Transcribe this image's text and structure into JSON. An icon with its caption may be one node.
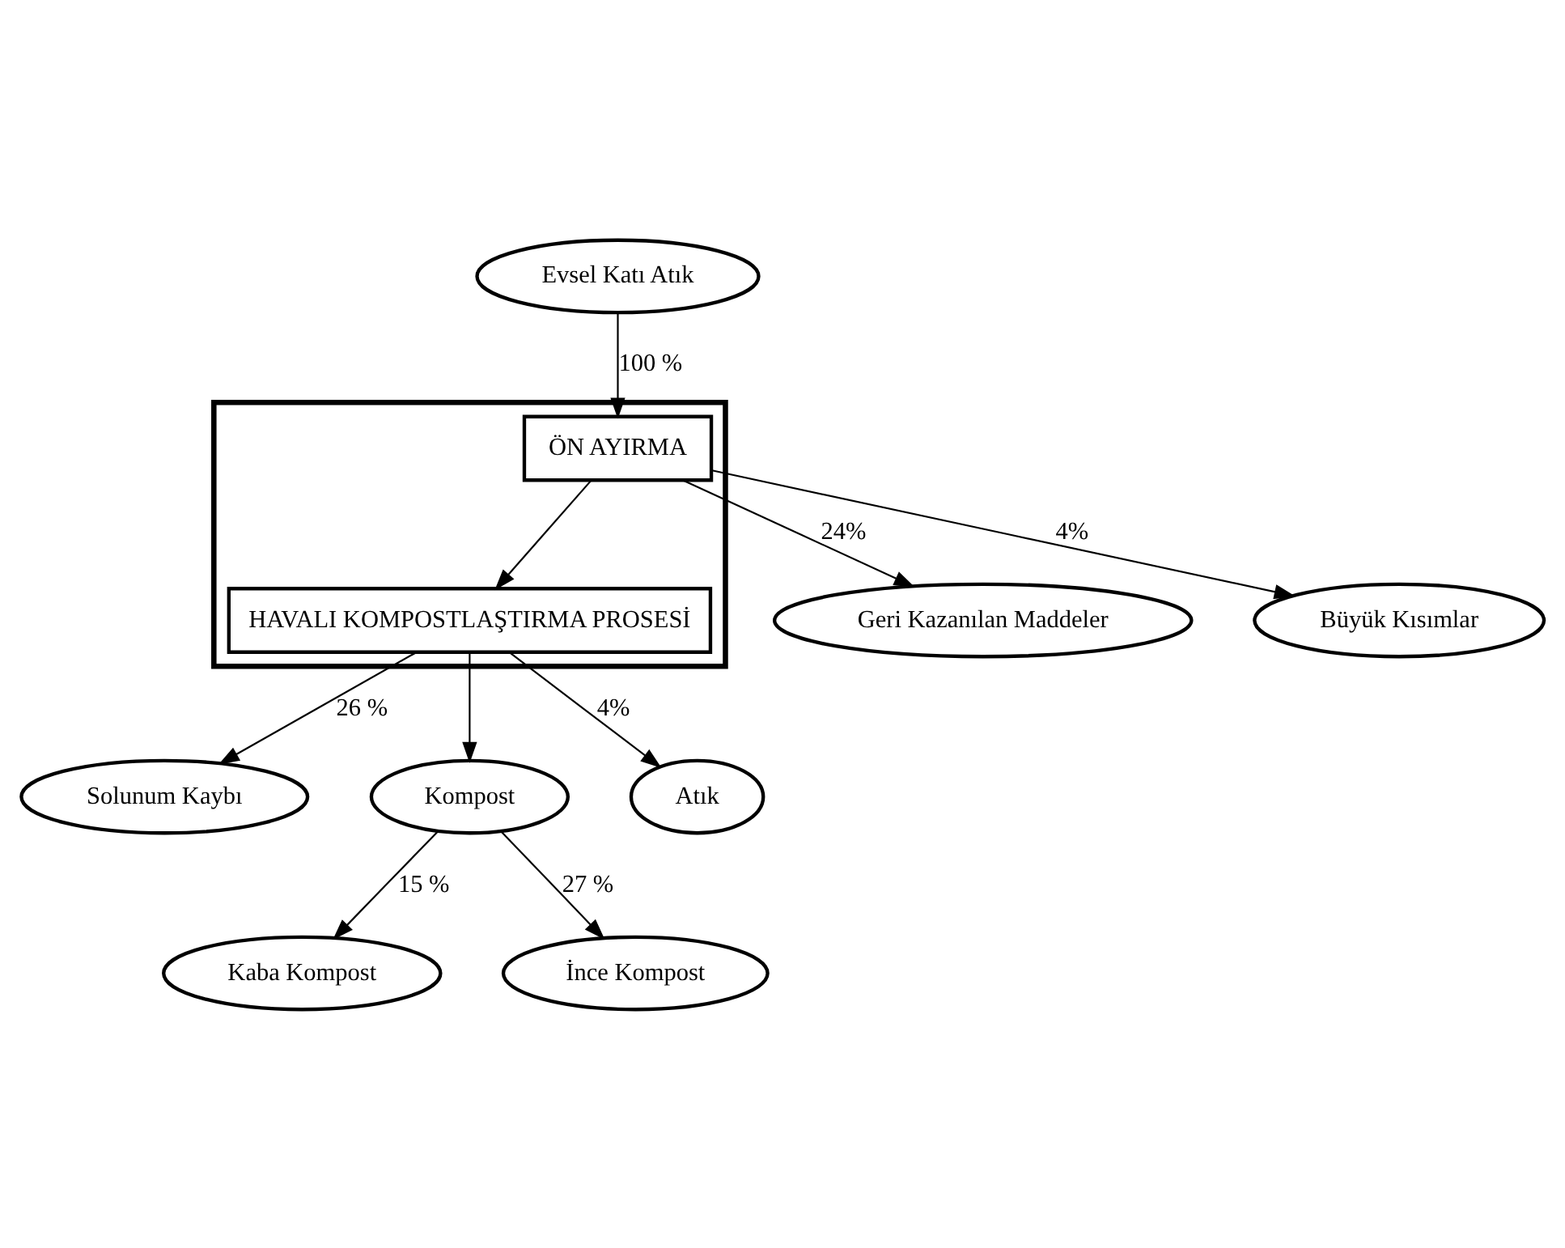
{
  "diagram": {
    "nodes": [
      {
        "text": [
          "Evsel Katı Atık"
        ]
      },
      {
        "text": [],
        "shape": "box"
      },
      {
        "text": [
          "ÖN AYIRMA"
        ],
        "in": 1
      },
      {
        "text": [
          "HAVALI KOMPOSTLAŞTIRMA PROSESİ"
        ],
        "in": 1
      },
      {
        "text": [
          "Geri Kazanılan Maddeler"
        ]
      },
      {
        "text": [
          "Solunum Kaybı"
        ]
      },
      {
        "text": [
          "Büyük Kısımlar"
        ]
      },
      {
        "text": [
          "Kompost"
        ]
      },
      {
        "text": [
          "Atık"
        ]
      },
      {
        "text": [
          "Kaba Kompost"
        ]
      },
      {
        "text": [
          "İnce Kompost"
        ]
      }
    ],
    "edges": [
      {
        "from": 0,
        "to": 2,
        "arrow": "to",
        "label": "100 %"
      },
      {
        "from": 2,
        "to": 4,
        "arrow": "to",
        "label": "24%"
      },
      {
        "from": 2,
        "to": 6,
        "arrow": "to",
        "label": "4%"
      },
      {
        "from": 2,
        "to": 3,
        "arrow": "to"
      },
      {
        "from": 3,
        "to": 5,
        "arrow": "to",
        "label": "26 %"
      },
      {
        "from": 3,
        "to": 8,
        "arrow": "to",
        "label": "4%"
      },
      {
        "from": 3,
        "to": 7,
        "arrow": "to"
      },
      {
        "from": 7,
        "to": 9,
        "arrow": "to",
        "label": "15 %"
      },
      {
        "from": 7,
        "to": 10,
        "arrow": "to",
        "label": "27 %"
      }
    ]
  }
}
